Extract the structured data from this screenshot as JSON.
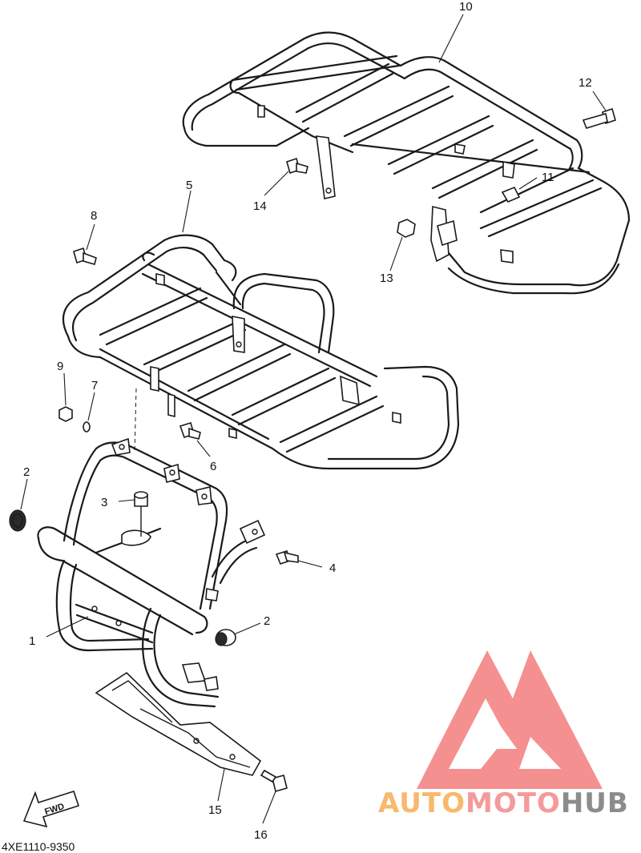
{
  "diagram_code": "4XE1110-9350",
  "fwd_label": "FWD",
  "watermark": {
    "part1": "AUTO",
    "part2": "MOTO",
    "part3": "HUB",
    "color1": "#f7b96b",
    "color2": "#f59a9a",
    "color3": "#8c8c8c",
    "logo_color": "#f26b6b"
  },
  "callouts": [
    "1",
    "2",
    "2",
    "3",
    "4",
    "5",
    "6",
    "7",
    "8",
    "9",
    "10",
    "11",
    "12",
    "13",
    "14",
    "15",
    "16"
  ]
}
